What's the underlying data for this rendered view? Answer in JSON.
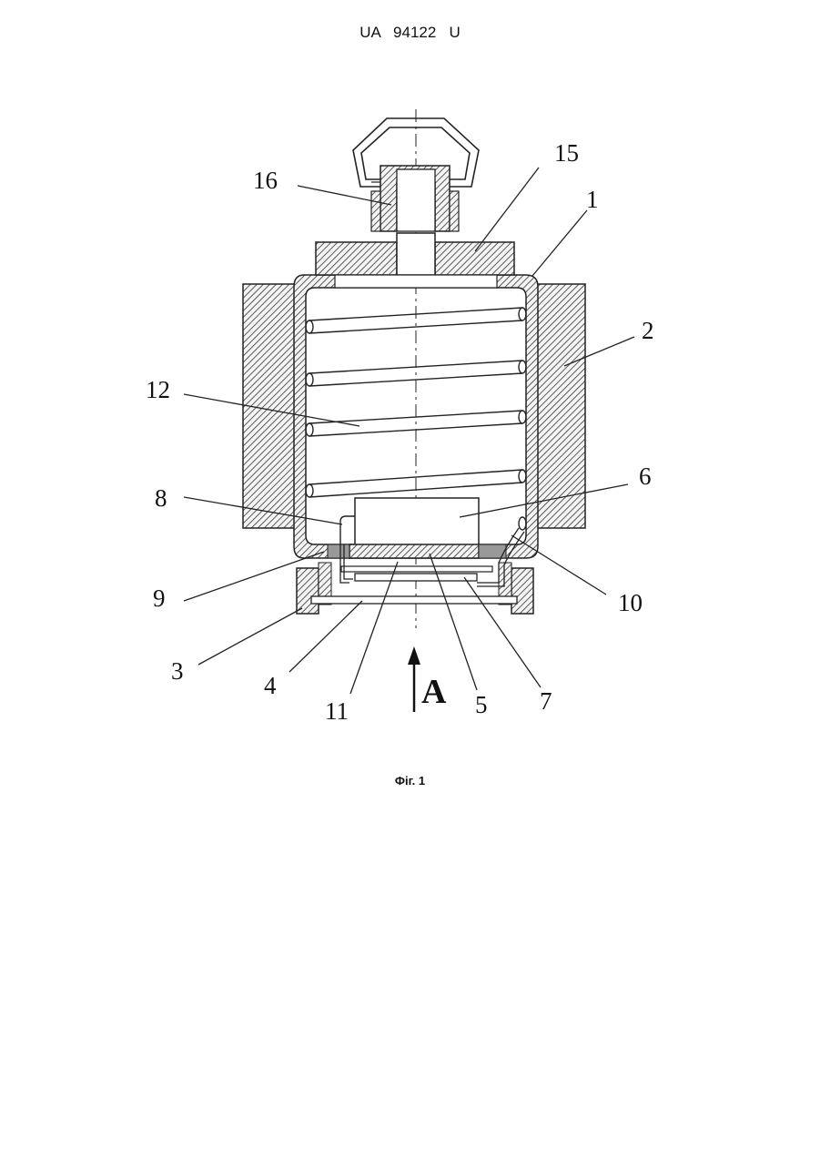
{
  "header": {
    "patent_number": "UA   94122   U"
  },
  "figure": {
    "caption": "Фіг. 1",
    "view_arrow_label": "А",
    "labels": {
      "l1": "1",
      "l2": "2",
      "l3": "3",
      "l4": "4",
      "l5": "5",
      "l6": "6",
      "l7": "7",
      "l8": "8",
      "l9": "9",
      "l10": "10",
      "l11": "11",
      "l12": "12",
      "l15": "15",
      "l16": "16"
    }
  }
}
